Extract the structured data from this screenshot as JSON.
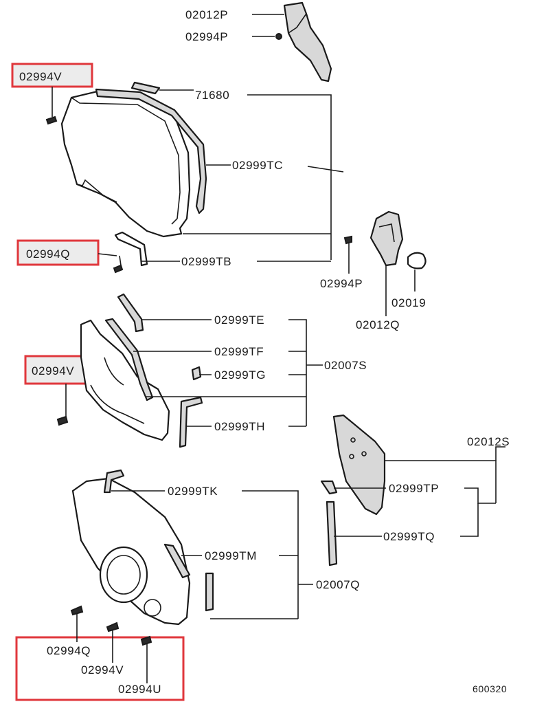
{
  "labels": {
    "p_02012P": "02012P",
    "p_02994P_top": "02994P",
    "p_02994V_1": "02994V",
    "p_71680": "71680",
    "p_02999TC": "02999TC",
    "p_02994Q_1": "02994Q",
    "p_02999TB": "02999TB",
    "p_02994P_mid": "02994P",
    "p_02019": "02019",
    "p_02012Q": "02012Q",
    "p_02999TE": "02999TE",
    "p_02999TF": "02999TF",
    "p_02007S": "02007S",
    "p_02994V_2": "02994V",
    "p_02999TG": "02999TG",
    "p_02999TH": "02999TH",
    "p_02012S": "02012S",
    "p_02999TK": "02999TK",
    "p_02999TP": "02999TP",
    "p_02999TQ": "02999TQ",
    "p_02999TM": "02999TM",
    "p_02007Q": "02007Q",
    "p_02994Q_2": "02994Q",
    "p_02994V_3": "02994V",
    "p_02994U": "02994U",
    "figure_code": "600320"
  },
  "highlight_color": "#e0373c"
}
